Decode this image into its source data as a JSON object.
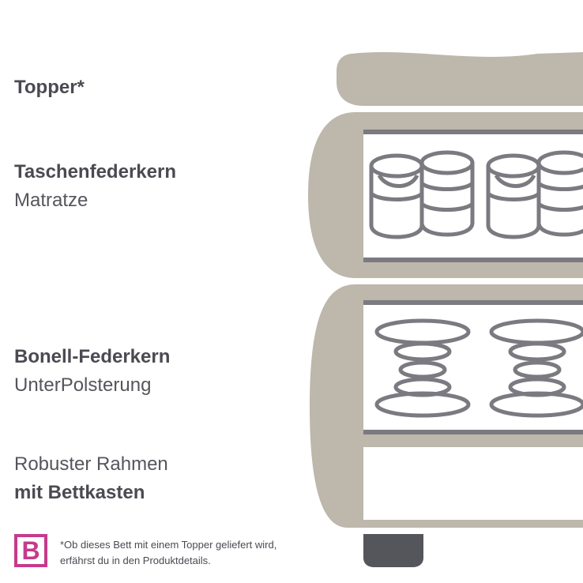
{
  "labels": {
    "topper": "Topper*",
    "matratze_title": "Taschenfederkern",
    "matratze_sub": "Matratze",
    "unter_title": "Bonell-Federkern",
    "unter_sub": "UnterPolsterung",
    "rahmen_sub": "Robuster Rahmen",
    "rahmen_title": "mit Bettkasten"
  },
  "logo": {
    "letter": "B"
  },
  "footnote": {
    "line1": "*Ob dieses Bett mit einem Topper geliefert wird,",
    "line2": "erfährst du in den Produktdetails."
  },
  "colors": {
    "upholstery": "#bdb7ac",
    "spring": "#7a7a80",
    "foot": "#55555c",
    "logo": "#c63a8c",
    "text": "#4a4a52"
  },
  "icons": [
    "pocket-spring-icon",
    "bonnell-spring-icon",
    "brand-logo-icon"
  ]
}
